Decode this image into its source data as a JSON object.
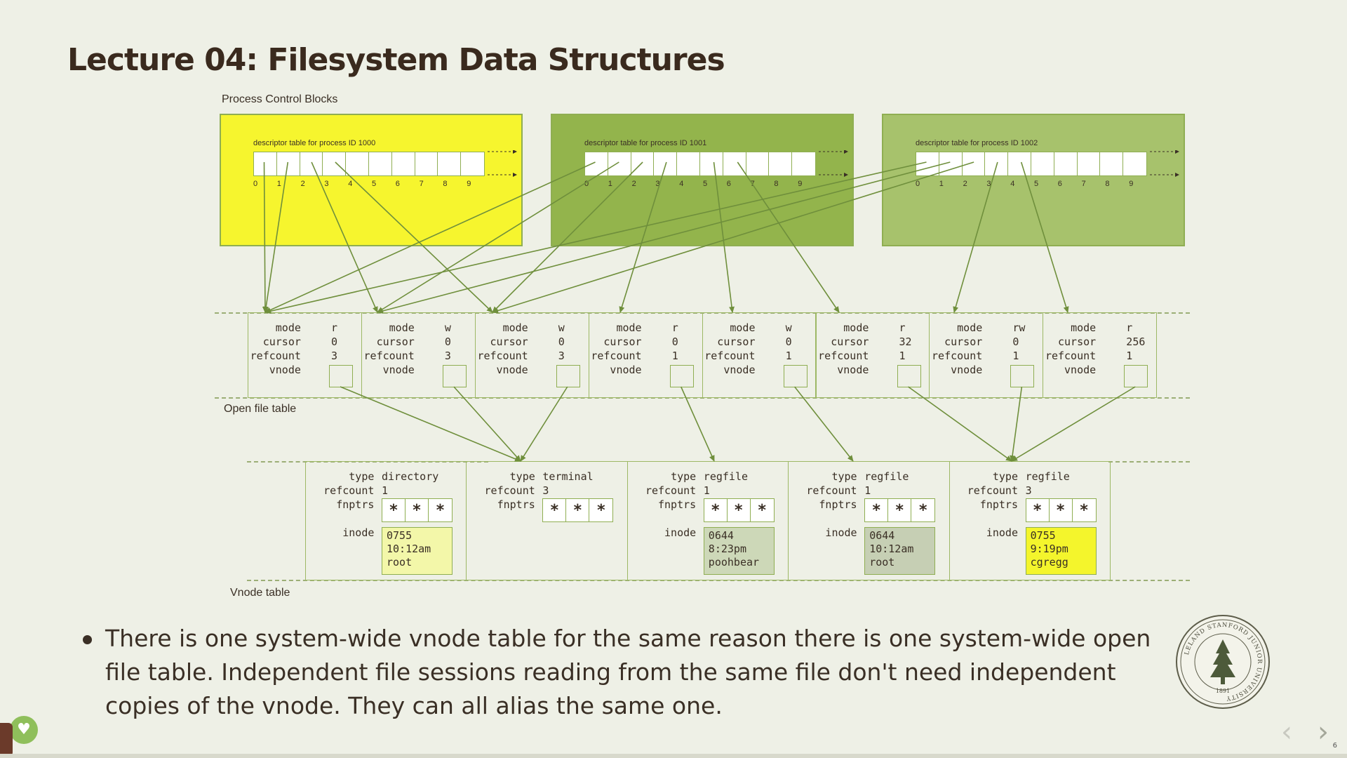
{
  "slide": {
    "title": "Lecture 04: Filesystem Data Structures",
    "page_number": "6"
  },
  "labels": {
    "pcb": "Process Control Blocks",
    "open_file_table": "Open file table",
    "vnode_table": "Vnode table"
  },
  "processes": [
    {
      "title": "descriptor table for process ID 1000",
      "color": "#f6f52e"
    },
    {
      "title": "descriptor table for process ID 1001",
      "color": "#93b44c"
    },
    {
      "title": "descriptor table for process ID 1002",
      "color": "#a7c26c"
    }
  ],
  "descriptor_indices": [
    "0",
    "1",
    "2",
    "3",
    "4",
    "5",
    "6",
    "7",
    "8",
    "9"
  ],
  "open_file_keys": {
    "mode": "mode",
    "cursor": "cursor",
    "refcount": "refcount",
    "vnode": "vnode"
  },
  "open_files": [
    {
      "mode": "r",
      "cursor": "0",
      "refcount": "3"
    },
    {
      "mode": "w",
      "cursor": "0",
      "refcount": "3"
    },
    {
      "mode": "w",
      "cursor": "0",
      "refcount": "3"
    },
    {
      "mode": "r",
      "cursor": "0",
      "refcount": "1"
    },
    {
      "mode": "w",
      "cursor": "0",
      "refcount": "1"
    },
    {
      "mode": "r",
      "cursor": "32",
      "refcount": "1"
    },
    {
      "mode": "rw",
      "cursor": "0",
      "refcount": "1"
    },
    {
      "mode": "r",
      "cursor": "256",
      "refcount": "1"
    }
  ],
  "vnode_keys": {
    "type": "type",
    "refcount": "refcount",
    "fnptrs": "fnptrs",
    "inode": "inode",
    "star": "*"
  },
  "vnodes": [
    {
      "type": "directory",
      "refcount": "1",
      "inode": [
        "0755",
        "10:12am",
        "root"
      ],
      "inode_color": "#f3f7a9"
    },
    {
      "type": "terminal",
      "refcount": "3",
      "inode": null,
      "inode_color": null
    },
    {
      "type": "regfile",
      "refcount": "1",
      "inode": [
        "0644",
        "8:23pm",
        "poohbear"
      ],
      "inode_color": "#cdd8b8"
    },
    {
      "type": "regfile",
      "refcount": "1",
      "inode": [
        "0644",
        "10:12am",
        "root"
      ],
      "inode_color": "#c6cfb4"
    },
    {
      "type": "regfile",
      "refcount": "3",
      "inode": [
        "0755",
        "9:19pm",
        "cgregg"
      ],
      "inode_color": "#f4f52c"
    }
  ],
  "colors": {
    "line": "#6f8f3c",
    "border": "#8fae52"
  },
  "bullet": "There is one system-wide vnode table for the same reason there is one system-wide open file table. Independent file sessions reading from the same file don't need independent copies of the vnode. They can all alias the same one.",
  "seal": {
    "text": "LELAND STANFORD JUNIOR UNIVERSITY",
    "year": "1891"
  },
  "nav": {
    "prev": "‹",
    "next": "›"
  }
}
